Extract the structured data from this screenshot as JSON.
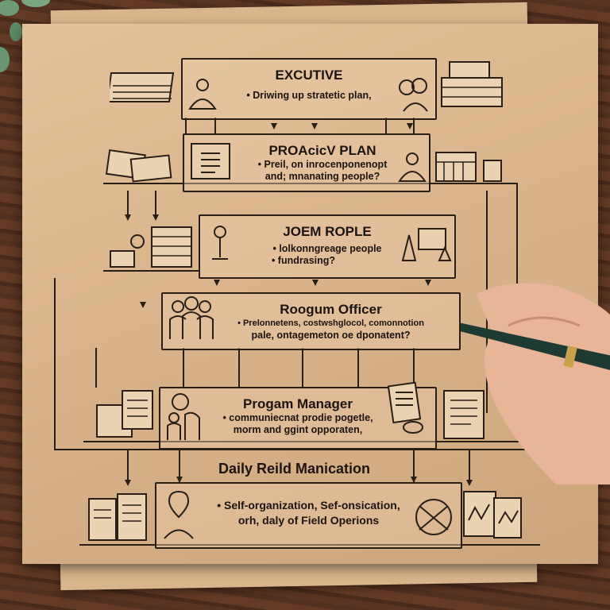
{
  "diagram": {
    "executive": {
      "title": "EXCUTIVE",
      "bullets": [
        "• Driwing up stratetic plan,"
      ]
    },
    "proactive": {
      "title": "PROAcicV PLAN",
      "bullets": [
        "• Preil, on inrocenponenopt",
        "and; mnanating people?"
      ]
    },
    "joem": {
      "title": "JOEM ROPLE",
      "bullets": [
        "• lolkonngreage people",
        "• fundrasing?"
      ]
    },
    "officer": {
      "title": "Roogum Officer",
      "bullets": [
        "• Prelonnetens,  costwshglocol,  comonnotion",
        "pale, ontagemeton oe dponatent?"
      ]
    },
    "manager": {
      "title": "Progam Manager",
      "bullets": [
        "• communiecnat prodie pogetle,",
        "morm and ggint opporaten,"
      ]
    },
    "daily_label": "Daily Reild Manication",
    "field": {
      "bullets": [
        "• Self-organization,  Sef-onsication,",
        "orh,  daly of Field Operions"
      ]
    }
  },
  "colors": {
    "ink": "#2a1f17",
    "paper": "#dcb88f",
    "wood": "#5a3422"
  }
}
